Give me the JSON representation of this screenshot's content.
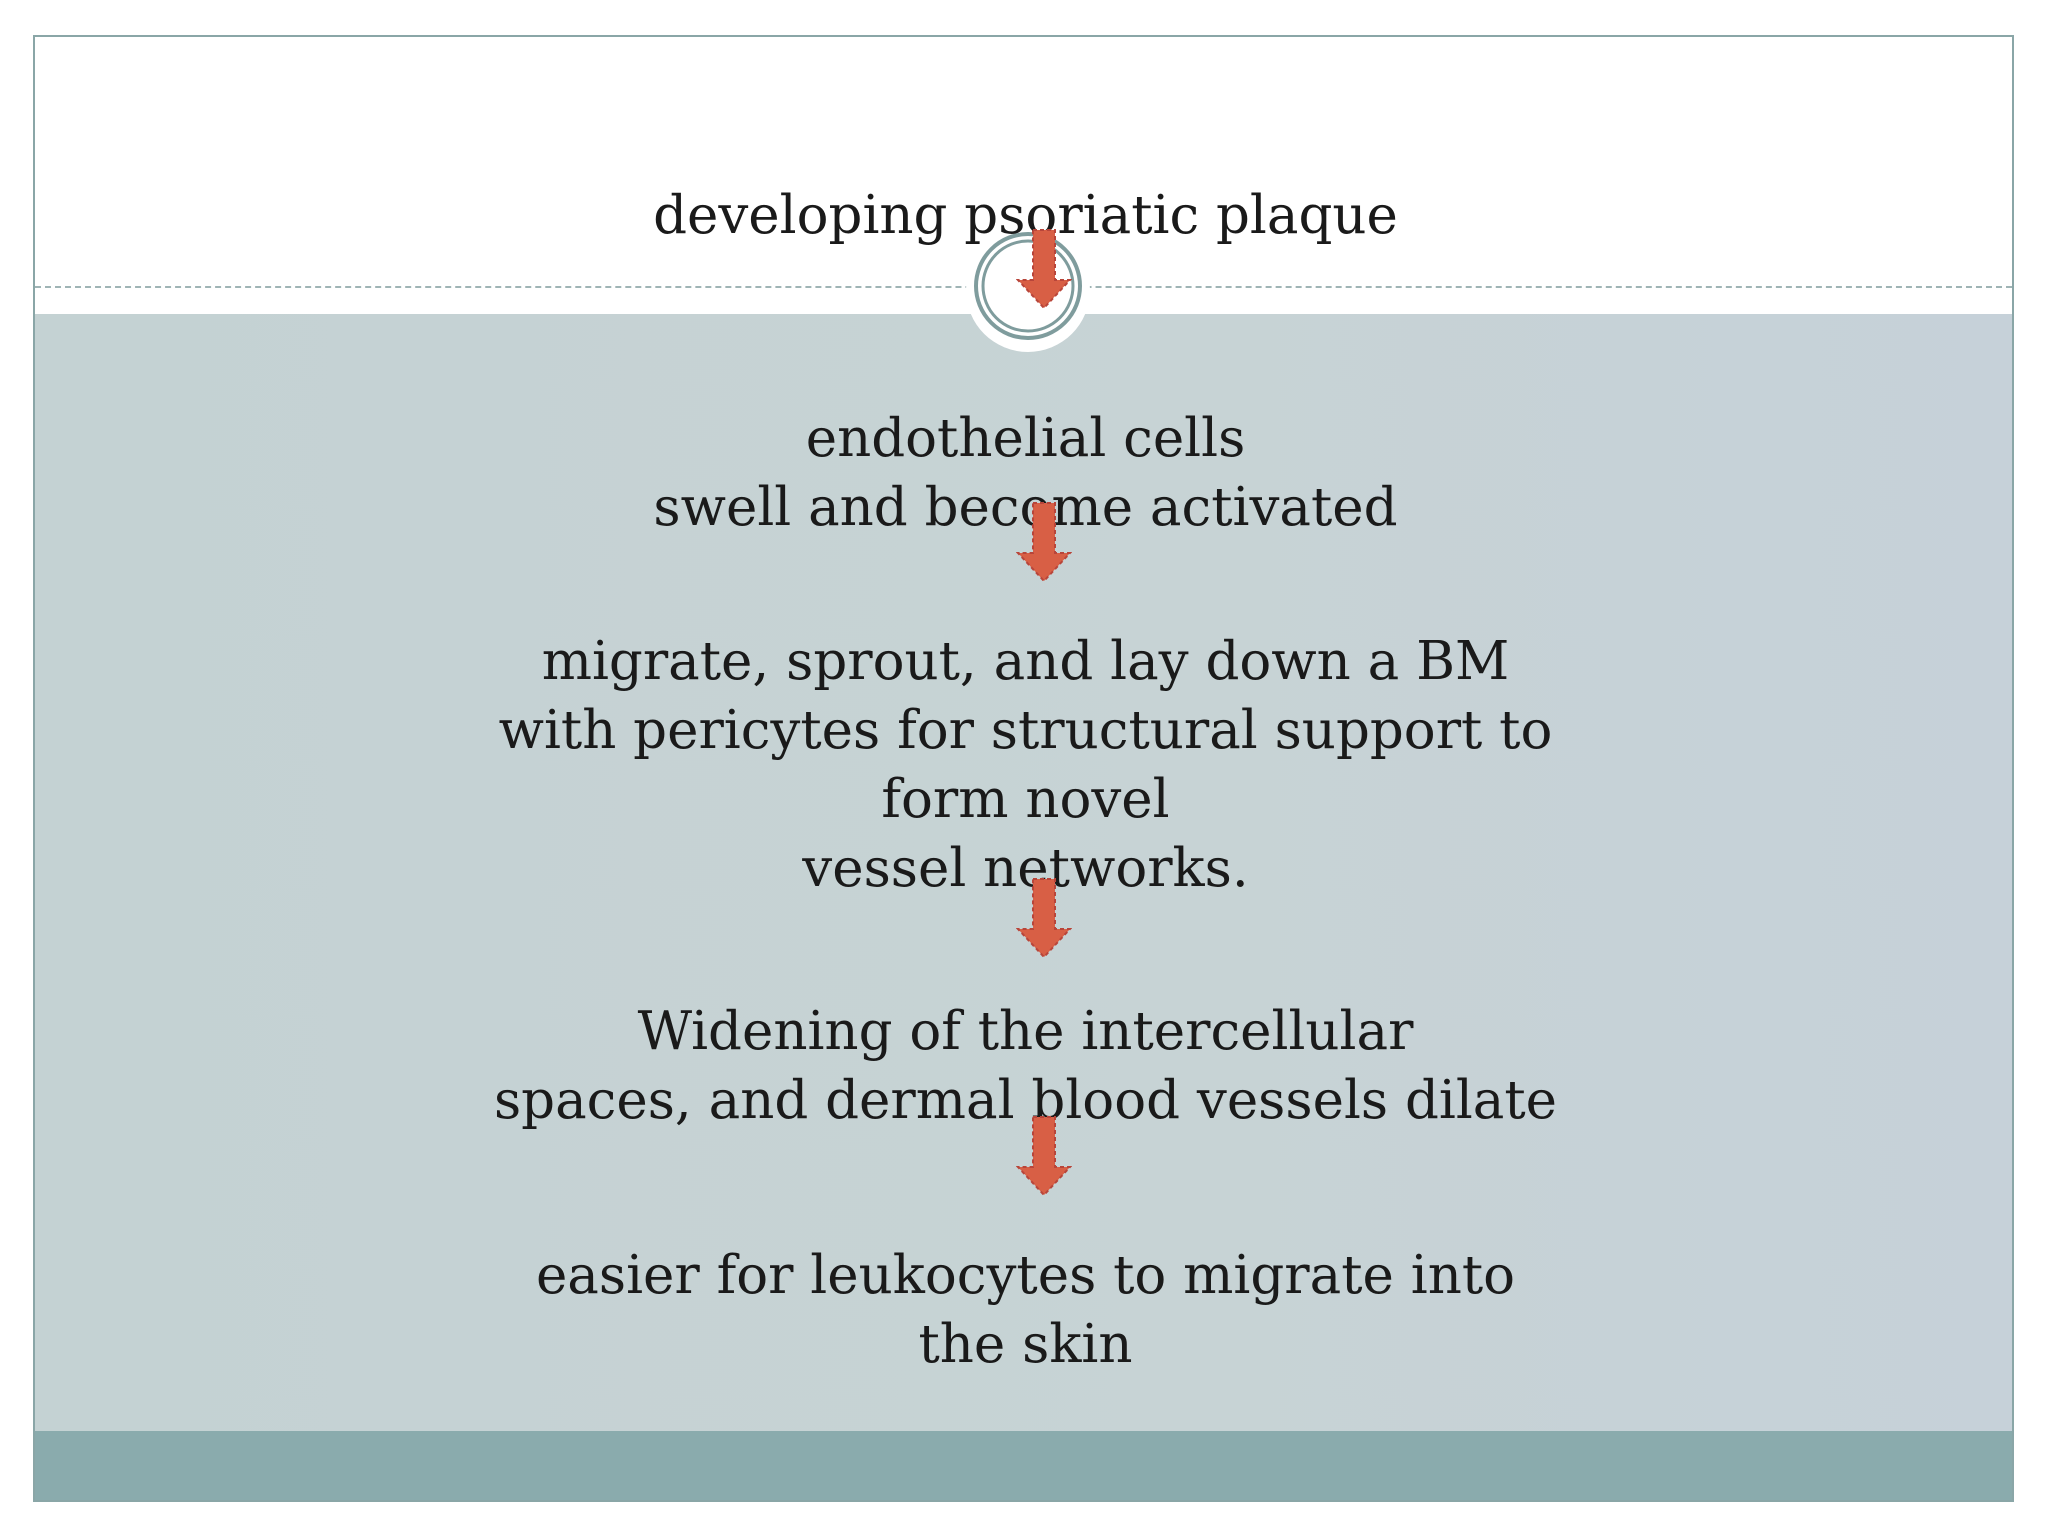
{
  "slide": {
    "steps": [
      {
        "text": "developing psoriatic plaque"
      },
      {
        "text": "endothelial cells\nswell and become activated"
      },
      {
        "text": "migrate, sprout, and lay down a BM\nwith pericytes for structural support to\nform novel\nvessel networks."
      },
      {
        "text": "Widening of the intercellular\nspaces, and dermal blood vessels dilate"
      },
      {
        "text": "easier for leukocytes to migrate into\nthe skin"
      }
    ]
  },
  "colors": {
    "arrow_fill": "#d85f45",
    "arrow_stroke": "#b8453a",
    "body_band": "#c5d3d4",
    "footer_band": "#8aabad",
    "ornament_ring": "#7f9c9d"
  },
  "icons": {
    "flow_arrow": "arrow-down-icon",
    "header_ornament": "circle-ornament-icon"
  }
}
